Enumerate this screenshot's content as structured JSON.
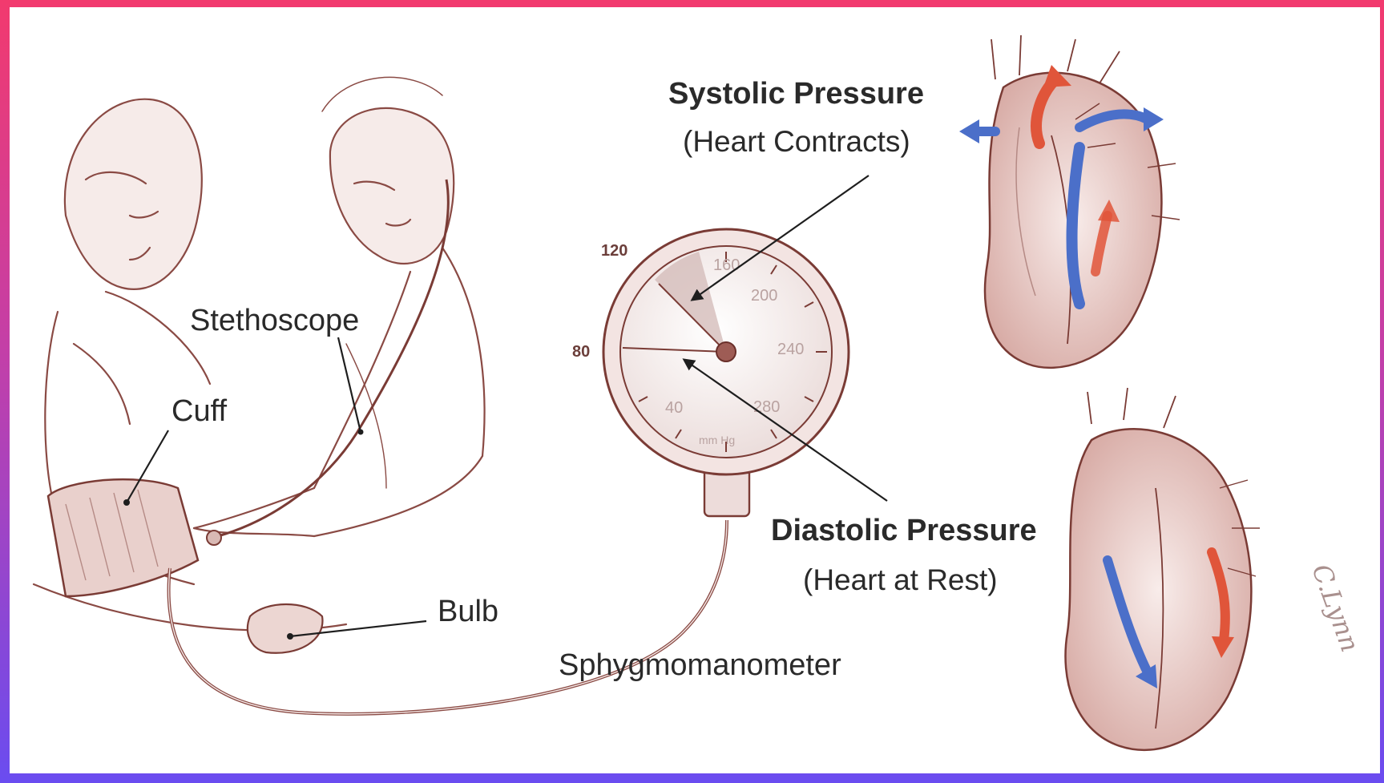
{
  "labels": {
    "systolic_title": "Systolic Pressure",
    "systolic_sub": "(Heart Contracts)",
    "diastolic_title": "Diastolic Pressure",
    "diastolic_sub": "(Heart at Rest)",
    "stethoscope": "Stethoscope",
    "cuff": "Cuff",
    "bulb": "Bulb",
    "sphygmomanometer": "Sphygmomanometer"
  },
  "gauge": {
    "outer_ticks": [
      "120",
      "80"
    ],
    "inner_ticks": [
      "160",
      "200",
      "240",
      "280",
      "40"
    ],
    "unit": "mm Hg"
  },
  "signature": "C.Lynn",
  "colors": {
    "frame_top": "#f23a6e",
    "frame_bottom": "#6a4cf0",
    "sketch": "#8a4a44",
    "oxygenated_arrow": "#e0553a",
    "deoxygenated_arrow": "#4b6fc9"
  }
}
